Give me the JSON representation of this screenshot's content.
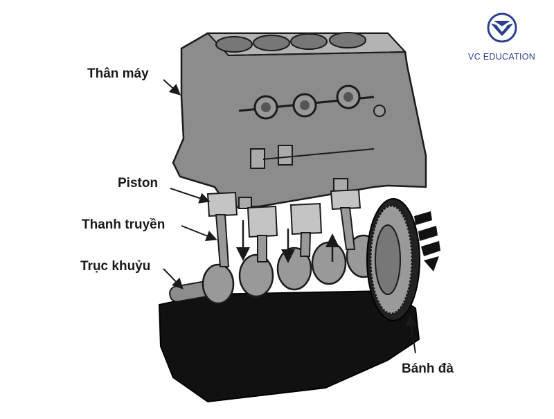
{
  "brand": {
    "name": "VC EDUCATION",
    "logo_icon": "vc-wing-logo",
    "color": "#2b3f8f"
  },
  "labels": {
    "engine_block": "Thân máy",
    "piston": "Piston",
    "connecting_rod": "Thanh truyền",
    "crankshaft": "Trục khuỷu",
    "flywheel": "Bánh đà"
  },
  "colors": {
    "block": "#8c8c8c",
    "block_light": "#b3b3b3",
    "oil_pan": "#111111",
    "outline": "#1a1a1a"
  }
}
